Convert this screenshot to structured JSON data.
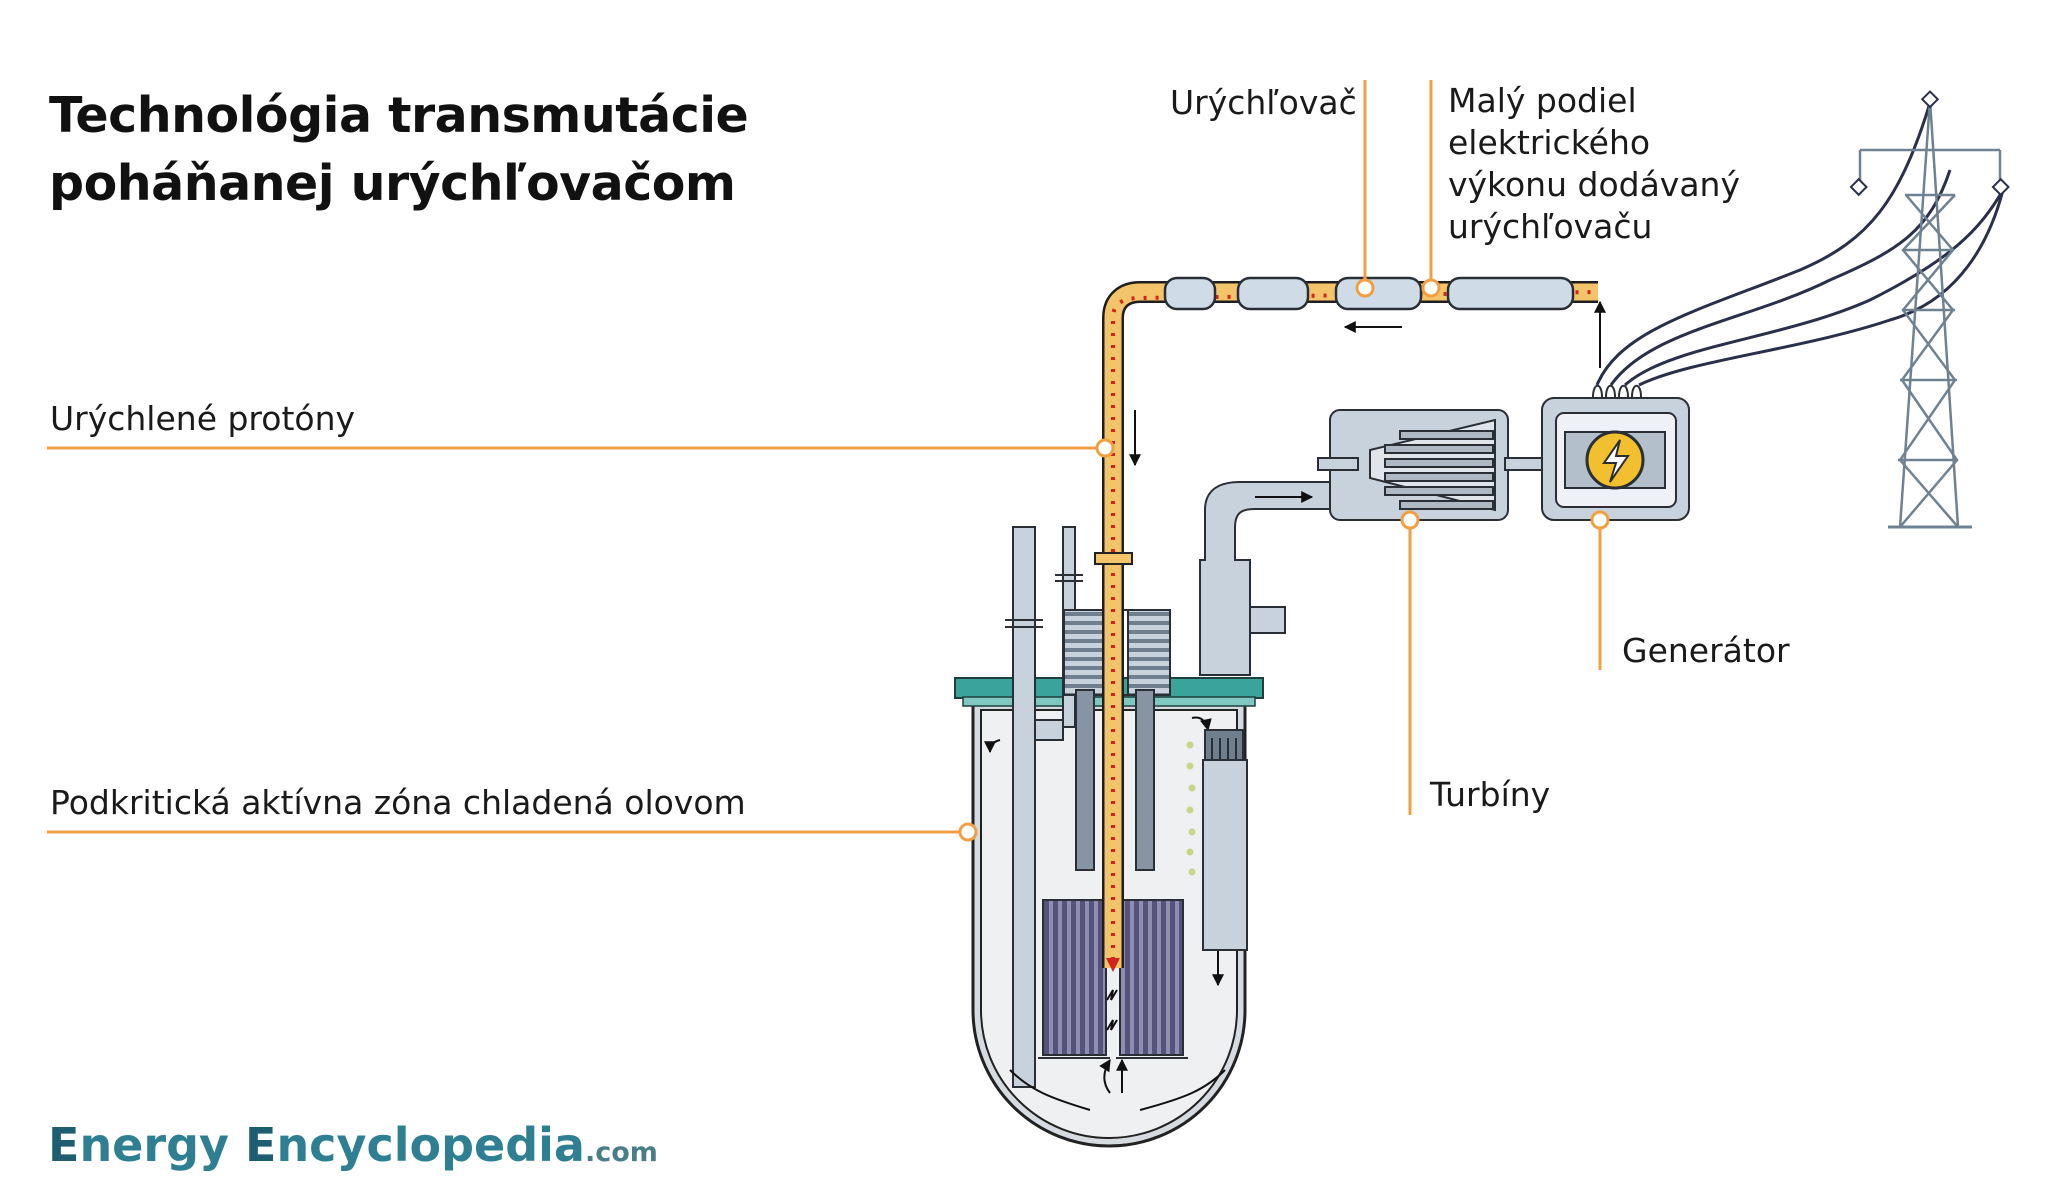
{
  "title": {
    "line1": "Technológia transmutácie",
    "line2": "poháňanej urýchľovačom"
  },
  "labels": {
    "accelerator": "Urýchľovač",
    "small_share": [
      "Malý podiel",
      "elektrického",
      "výkonu dodávaný",
      "urýchľovaču"
    ],
    "protons": "Urýchlené protóny",
    "core": "Podkritická aktívna zóna chladená olovom",
    "generator": "Generátor",
    "turbines": "Turbíny"
  },
  "brand": {
    "e1": "E",
    "word1": "nergy ",
    "e2": "E",
    "word2": "ncyclopedia",
    "suffix": ".com"
  },
  "colors": {
    "leader": "#f0a040",
    "proton_beam": "#f4c46a",
    "proton_dots": "#d0251e",
    "vessel_fill": "#eef0f2",
    "steel": "#c8d2dc",
    "fuel_rods": "#5e5c86",
    "lid": "#3aa39a"
  }
}
